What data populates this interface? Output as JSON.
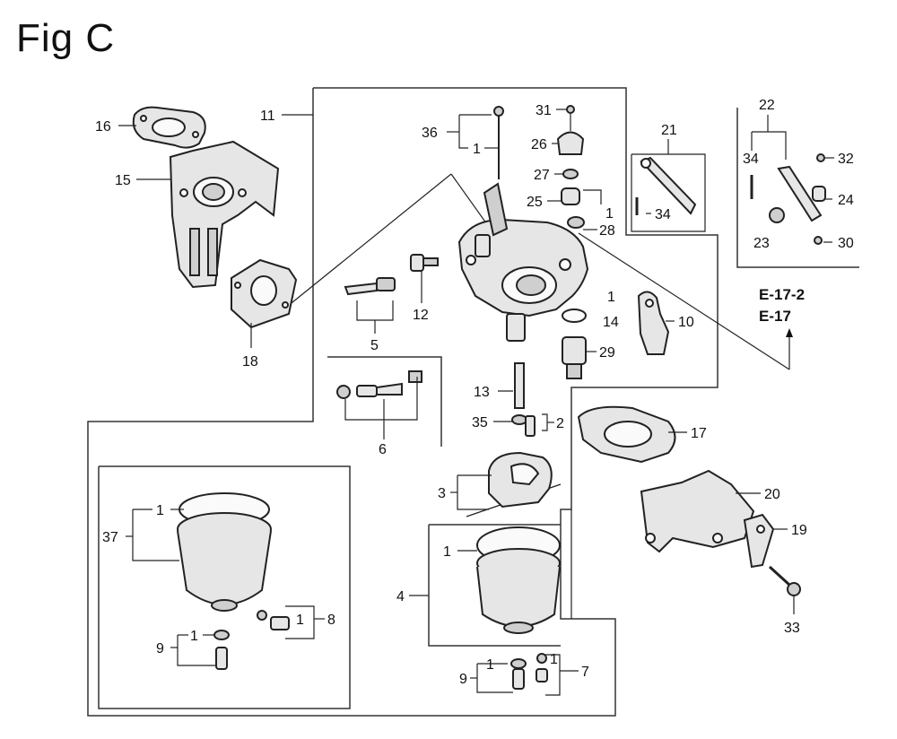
{
  "title": "Fig C",
  "labels": [
    {
      "id": "16",
      "text": "16"
    },
    {
      "id": "15",
      "text": "15"
    },
    {
      "id": "11",
      "text": "11"
    },
    {
      "id": "18",
      "text": "18"
    },
    {
      "id": "5",
      "text": "5"
    },
    {
      "id": "12",
      "text": "12"
    },
    {
      "id": "36",
      "text": "36"
    },
    {
      "id": "1a",
      "text": "1"
    },
    {
      "id": "31",
      "text": "31"
    },
    {
      "id": "26",
      "text": "26"
    },
    {
      "id": "27",
      "text": "27"
    },
    {
      "id": "25",
      "text": "25"
    },
    {
      "id": "1b",
      "text": "1"
    },
    {
      "id": "28",
      "text": "28"
    },
    {
      "id": "21",
      "text": "21"
    },
    {
      "id": "34a",
      "text": "34"
    },
    {
      "id": "22",
      "text": "22"
    },
    {
      "id": "34b",
      "text": "34"
    },
    {
      "id": "32",
      "text": "32"
    },
    {
      "id": "24",
      "text": "24"
    },
    {
      "id": "23",
      "text": "23"
    },
    {
      "id": "30",
      "text": "30"
    },
    {
      "id": "1c",
      "text": "1"
    },
    {
      "id": "14",
      "text": "14"
    },
    {
      "id": "10",
      "text": "10"
    },
    {
      "id": "29",
      "text": "29"
    },
    {
      "id": "6",
      "text": "6"
    },
    {
      "id": "13",
      "text": "13"
    },
    {
      "id": "35",
      "text": "35"
    },
    {
      "id": "2",
      "text": "2"
    },
    {
      "id": "17",
      "text": "17"
    },
    {
      "id": "20",
      "text": "20"
    },
    {
      "id": "19",
      "text": "19"
    },
    {
      "id": "33",
      "text": "33"
    },
    {
      "id": "3",
      "text": "3"
    },
    {
      "id": "1d",
      "text": "1"
    },
    {
      "id": "4",
      "text": "4"
    },
    {
      "id": "9a",
      "text": "9"
    },
    {
      "id": "1e",
      "text": "1"
    },
    {
      "id": "1f",
      "text": "1"
    },
    {
      "id": "7",
      "text": "7"
    },
    {
      "id": "37",
      "text": "37"
    },
    {
      "id": "1g",
      "text": "1"
    },
    {
      "id": "8",
      "text": "8"
    },
    {
      "id": "1h",
      "text": "1"
    },
    {
      "id": "9b",
      "text": "9"
    },
    {
      "id": "1i",
      "text": "1"
    }
  ],
  "refs": [
    "E-17-2",
    "E-17"
  ]
}
